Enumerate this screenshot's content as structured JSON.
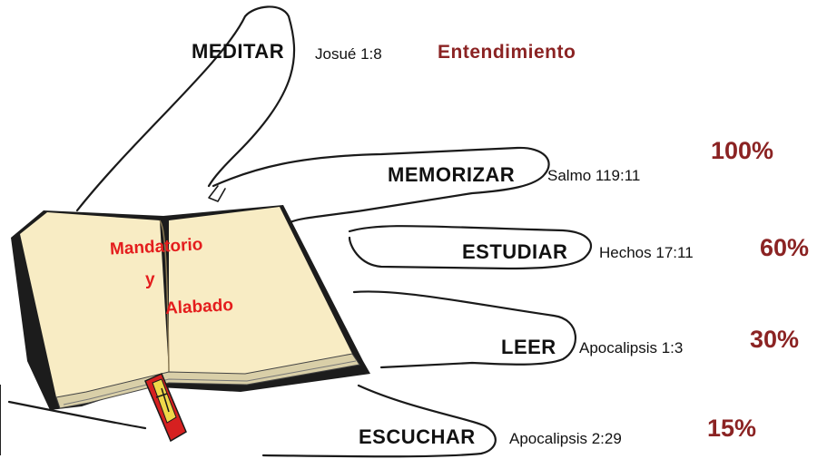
{
  "fingers": [
    {
      "name": "MEDITAR",
      "ref": "Josué 1:8"
    },
    {
      "name": "MEMORIZAR",
      "ref": "Salmo 119:11"
    },
    {
      "name": "ESTUDIAR",
      "ref": "Hechos 17:11"
    },
    {
      "name": "LEER",
      "ref": "Apocalipsis 1:3"
    },
    {
      "name": "ESCUCHAR",
      "ref": "Apocalipsis 2:29"
    }
  ],
  "thumb_result": "Entendimiento",
  "percentages": [
    "100%",
    "60%",
    "30%",
    "15%"
  ],
  "book": {
    "line1": "Mandatorio",
    "line2": "y",
    "line3": "Alabado"
  },
  "colors": {
    "accent": "#8b2323",
    "book_text": "#e41d1d",
    "bookmark": "#d62020",
    "outline": "#1a1a1a"
  }
}
